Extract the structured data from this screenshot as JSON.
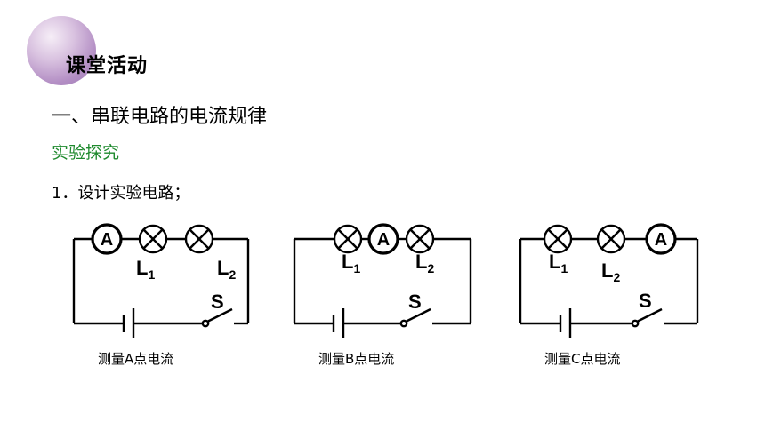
{
  "header": {
    "title": "课堂活动"
  },
  "content": {
    "heading": "一、串联电路的电流规律",
    "subheading": "实验探究",
    "step": "1．设计实验电路；"
  },
  "circuits": [
    {
      "caption": "测量A点电流",
      "ammeter": "A",
      "l1": "L",
      "l1_sub": "1",
      "l2": "L",
      "l2_sub": "2",
      "switch": "S"
    },
    {
      "caption": "测量B点电流",
      "ammeter": "A",
      "l1": "L",
      "l1_sub": "1",
      "l2": "L",
      "l2_sub": "2",
      "switch": "S"
    },
    {
      "caption": "测量C点电流",
      "ammeter": "A",
      "l1": "L",
      "l1_sub": "1",
      "l2": "L",
      "l2_sub": "2",
      "switch": "S"
    }
  ],
  "colors": {
    "accent_green": "#1f8a2e",
    "decor_purple": "#b38ec4"
  }
}
